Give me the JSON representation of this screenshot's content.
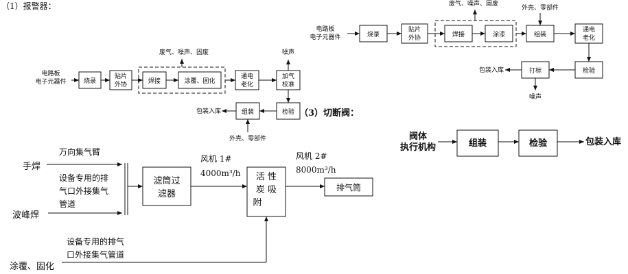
{
  "heading_1": "（1）报警器：",
  "heading_3": "（3）切断阀：",
  "alarm": {
    "input_line1": "电路板",
    "input_line2": "电子元器件",
    "step_burn": "烧录",
    "step_smt1": "贴片",
    "step_smt2": "外协",
    "step_weld": "焊接",
    "step_coat": "涂覆、固化",
    "step_aging1": "通电",
    "step_aging2": "老化",
    "step_gas1": "加气",
    "step_gas2": "校准",
    "step_inspect": "检验",
    "step_assemble": "组装",
    "output": "包装入库",
    "waste_label": "废气、噪声、固废",
    "noise_label": "噪声",
    "parts_label": "外壳、零部件"
  },
  "flow2": {
    "input_line1": "电路板",
    "input_line2": "电子元器件",
    "step_burn": "烧录",
    "step_smt1": "贴片",
    "step_smt2": "外协",
    "step_weld": "焊接",
    "step_paint": "涂漆",
    "step_assemble": "组装",
    "step_aging1": "通电",
    "step_aging2": "老化",
    "step_inspect": "检验",
    "step_mark": "打标",
    "output": "包装入库",
    "waste_label": "废气、噪声、固废",
    "parts_label": "外壳、零部件",
    "noise_label": "噪声"
  },
  "valve": {
    "input_line1": "阀体",
    "input_line2": "执行机构",
    "step_assemble": "组装",
    "step_inspect": "检验",
    "output": "包装入库"
  },
  "exhaust": {
    "source_hand": "手焊",
    "source_wave": "波峰焊",
    "source_coat": "涂覆、固化",
    "arm_label": "万向集气臂",
    "pipe1_line1": "设备专用的排",
    "pipe1_line2": "气口外接集气",
    "pipe1_line3": "管道",
    "pipe2_line1": "设备专用的排气",
    "pipe2_line2": "口外接集气管道",
    "filter_line1": "滤筒过",
    "filter_line2": "滤器",
    "fan1_name": "风机 1#",
    "fan1_flow": "4000m³/h",
    "carbon_line1": "活  性",
    "carbon_line2": "炭  吸",
    "carbon_line3": "附",
    "fan2_name": "风机 2#",
    "fan2_flow": "8000m³/h",
    "stack": "排气筒"
  }
}
